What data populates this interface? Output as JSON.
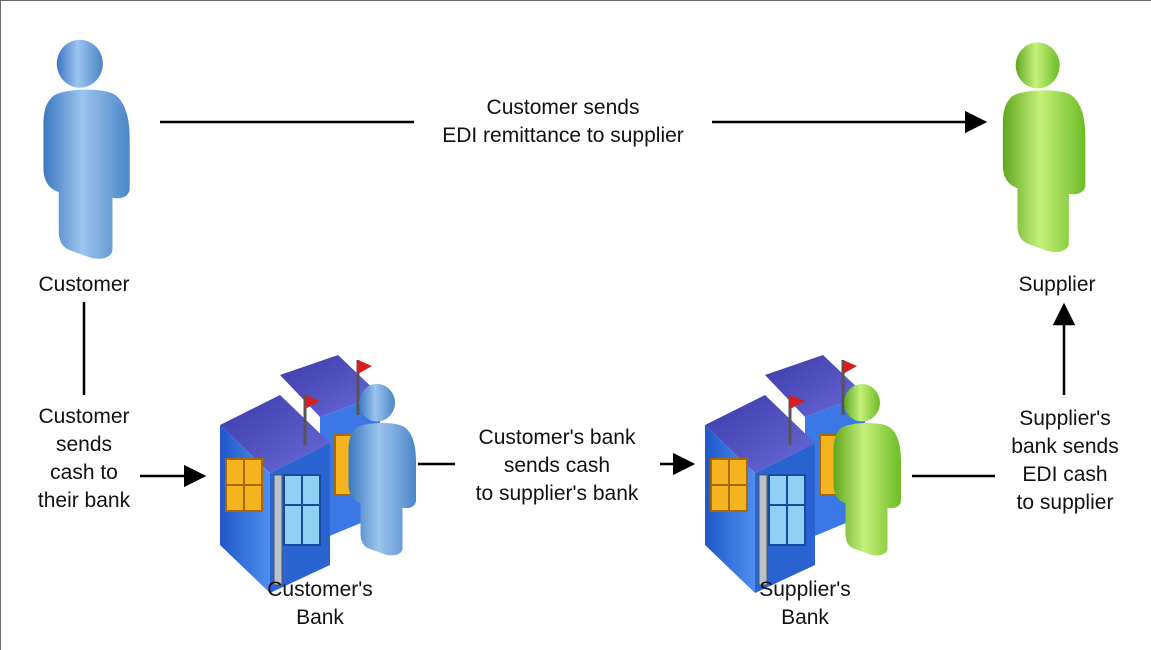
{
  "nodes": {
    "customer": {
      "label": "Customer"
    },
    "supplier": {
      "label": "Supplier"
    },
    "customer_bank": {
      "label_lines": [
        "Customer's",
        "Bank"
      ]
    },
    "supplier_bank": {
      "label_lines": [
        "Supplier's",
        "Bank"
      ]
    }
  },
  "edges": {
    "edi_remittance": {
      "lines": [
        "Customer sends",
        "EDI remittance to supplier"
      ]
    },
    "customer_to_bank": {
      "lines": [
        "Customer",
        "sends",
        "cash to",
        "their bank"
      ]
    },
    "bank_to_bank": {
      "lines": [
        "Customer's bank",
        "sends cash",
        "to supplier's bank"
      ]
    },
    "bank_to_supplier": {
      "lines": [
        "Supplier's",
        "bank sends",
        "EDI cash",
        "to supplier"
      ]
    }
  },
  "colors": {
    "customer_person": "#5b9bd5",
    "supplier_person": "#8fd63a",
    "building_blue": "#2f6fd8",
    "arrow": "#000000"
  },
  "icons": {
    "customer": "person-icon",
    "supplier": "person-icon",
    "customer_bank": "bank-building-icon",
    "supplier_bank": "bank-building-icon"
  }
}
